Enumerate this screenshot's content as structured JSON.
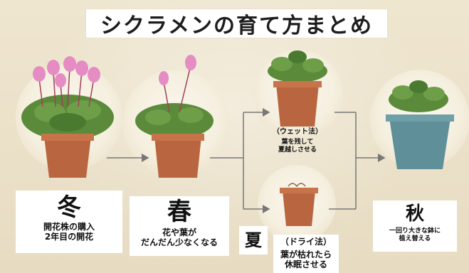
{
  "title": "シクラメンの育て方まとめ",
  "colors": {
    "background": "#efe6d0",
    "pot_terracotta": "#b9653f",
    "pot_blue": "#5f8f98",
    "leaf": "#5a8a3a",
    "flower_pink": "#e58cc4"
  },
  "stages": {
    "winter": {
      "season": "冬",
      "lines": [
        "開花株の購入",
        "2年目の開花"
      ]
    },
    "spring": {
      "season": "春",
      "lines": [
        "花や葉が",
        "だんだん少なくなる"
      ]
    },
    "summer": {
      "season": "夏",
      "wet": {
        "method": "（ウェット法）",
        "lines": [
          "葉を残して",
          "夏越しさせる"
        ]
      },
      "dry": {
        "method": "（ドライ法）",
        "lines": [
          "葉が枯れたら",
          "休眠させる"
        ]
      }
    },
    "autumn": {
      "season": "秋",
      "lines": [
        "一回り大きな鉢に",
        "植え替える"
      ]
    }
  }
}
